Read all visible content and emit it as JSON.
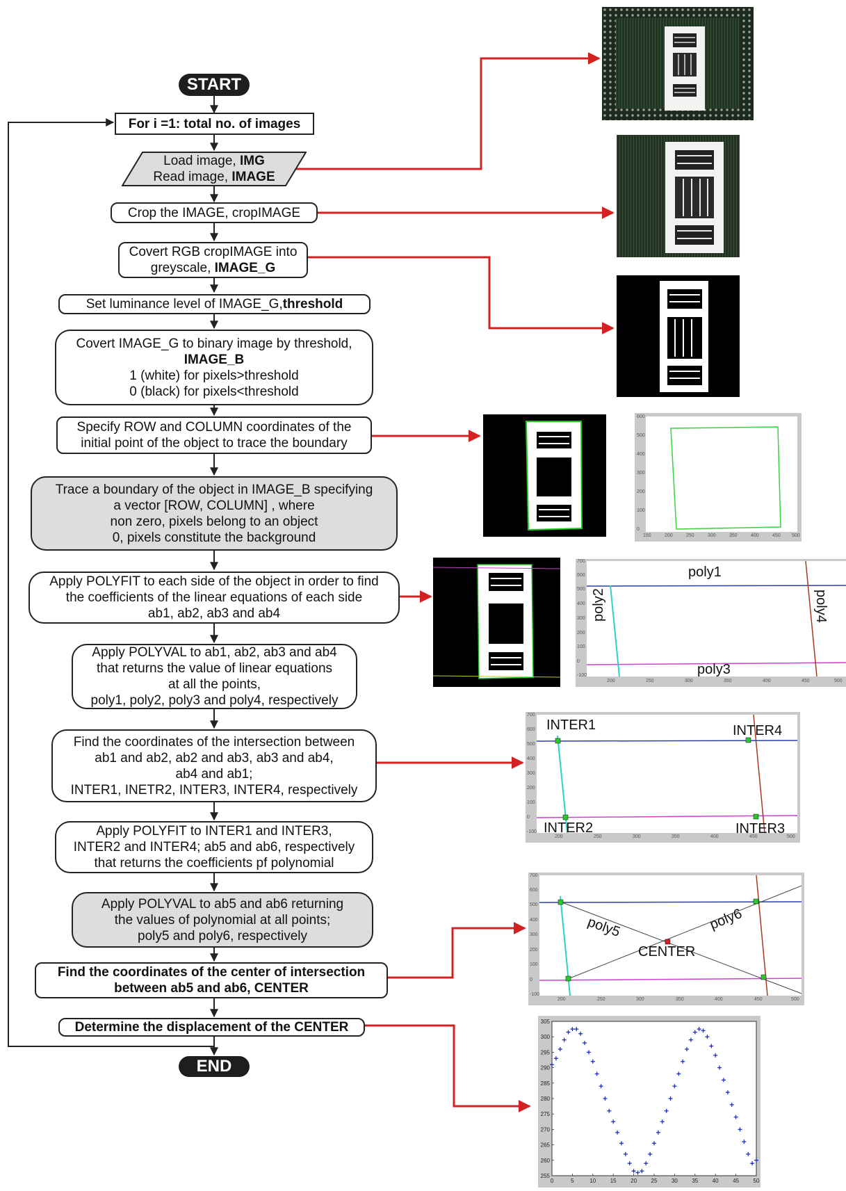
{
  "flowchart": {
    "start": "START",
    "end": "END",
    "steps": {
      "loop": {
        "pre": "For  i =1: total no. of images"
      },
      "load": {
        "line1": "Load image, ",
        "line1_bold": "IMG",
        "line2": "Read image, ",
        "line2_bold": "IMAGE"
      },
      "crop": {
        "text": "Crop the IMAGE, cropIMAGE"
      },
      "grey": {
        "line1": "Covert RGB cropIMAGE into",
        "line2": "greyscale, ",
        "line2_bold": "IMAGE_G"
      },
      "lum": {
        "text": "Set luminance level of IMAGE_G, ",
        "bold": "threshold"
      },
      "binary": {
        "line1": "Covert IMAGE_G to binary image by threshold,",
        "bold": "IMAGE_B",
        "line3": "1 (white) for pixels>threshold\n0 (black) for pixels<threshold"
      },
      "specify": {
        "text": "Specify ROW and COLUMN coordinates of the\ninitial point of the object to trace the boundary"
      },
      "trace": {
        "text": "Trace a boundary of the object in IMAGE_B specifying\na vector [ROW, COLUMN] , where\nnon zero, pixels belong to an object\n0, pixels constitute the background"
      },
      "polyfit": {
        "text": "Apply POLYFIT to each side of the object in order to find\nthe coefficients of the linear equations of each side\nab1, ab2, ab3 and ab4"
      },
      "polyval": {
        "text": "Apply POLYVAL to ab1, ab2, ab3 and ab4\nthat returns the value of linear equations\nat all the points,\npoly1, poly2, poly3 and poly4, respectively"
      },
      "inter": {
        "text": "Find the coordinates of the intersection between\nab1 and ab2, ab2 and ab3, ab3 and ab4,\nab4 and ab1;\nINTER1, INETR2, INTER3, INTER4, respectively"
      },
      "polyfit2": {
        "text": "Apply POLYFIT to INTER1 and INTER3,\nINTER2 and INTER4; ab5 and ab6, respectively\nthat returns the coefficients pf polynomial"
      },
      "polyval2": {
        "text": "Apply POLYVAL to ab5 and ab6 returning\nthe values of polynomial at all points;\npoly5 and poly6, respectively"
      },
      "center": {
        "text": "Find the coordinates of the center of intersection\nbetween ab5 and ab6, CENTER"
      },
      "displace": {
        "text": "Determine the displacement of the CENTER"
      }
    }
  },
  "plots": {
    "boundary": {
      "yticks": [
        "600",
        "500",
        "400",
        "300",
        "200",
        "100",
        "0"
      ],
      "xticks": [
        "150",
        "200",
        "250",
        "300",
        "350",
        "400",
        "450",
        "500"
      ]
    },
    "lines": {
      "labels": {
        "poly1": "poly1",
        "poly2": "poly2",
        "poly3": "poly3",
        "poly4": "poly4"
      },
      "yticks": [
        "700",
        "600",
        "500",
        "400",
        "300",
        "200",
        "100",
        "0",
        "-100"
      ],
      "xticks": [
        "200",
        "250",
        "300",
        "350",
        "400",
        "450",
        "500"
      ]
    },
    "inter": {
      "labels": {
        "i1": "INTER1",
        "i2": "INTER2",
        "i3": "INTER3",
        "i4": "INTER4"
      },
      "yticks": [
        "700",
        "600",
        "500",
        "400",
        "300",
        "200",
        "100",
        "0",
        "-100"
      ],
      "xticks": [
        "200",
        "250",
        "300",
        "350",
        "400",
        "450",
        "500"
      ]
    },
    "center": {
      "labels": {
        "poly5": "poly5",
        "poly6": "poly6",
        "center": "CENTER"
      },
      "yticks": [
        "700",
        "600",
        "500",
        "400",
        "300",
        "200",
        "100",
        "0",
        "-100"
      ],
      "xticks": [
        "200",
        "250",
        "300",
        "350",
        "400",
        "450",
        "500"
      ]
    }
  },
  "chart_data": {
    "type": "scatter",
    "xlim": [
      0,
      50
    ],
    "ylim": [
      255,
      305
    ],
    "xticks": [
      0,
      5,
      10,
      15,
      20,
      25,
      30,
      35,
      40,
      45,
      50
    ],
    "yticks": [
      305,
      300,
      295,
      290,
      285,
      280,
      275,
      270,
      265,
      260,
      255
    ],
    "x": [
      0,
      1,
      2,
      3,
      4,
      5,
      6,
      7,
      8,
      9,
      10,
      11,
      12,
      13,
      14,
      15,
      16,
      17,
      18,
      19,
      20,
      21,
      22,
      23,
      24,
      25,
      26,
      27,
      28,
      29,
      30,
      31,
      32,
      33,
      34,
      35,
      36,
      37,
      38,
      39,
      40,
      41,
      42,
      43,
      44,
      45,
      46,
      47,
      48,
      49,
      50
    ],
    "y": [
      291,
      293,
      296,
      299,
      301.5,
      302.5,
      302.5,
      301,
      298,
      295,
      292,
      288,
      284,
      280,
      276,
      272.5,
      269,
      265.5,
      262,
      259,
      256.5,
      256,
      256.5,
      259,
      262,
      265.5,
      269,
      272.5,
      276,
      280,
      284,
      288,
      292,
      296,
      299,
      301.5,
      302.5,
      302,
      300,
      297,
      294,
      290,
      286,
      282,
      278,
      274,
      270,
      266,
      262,
      259,
      260
    ],
    "marker_color": "#1f2fbf"
  }
}
